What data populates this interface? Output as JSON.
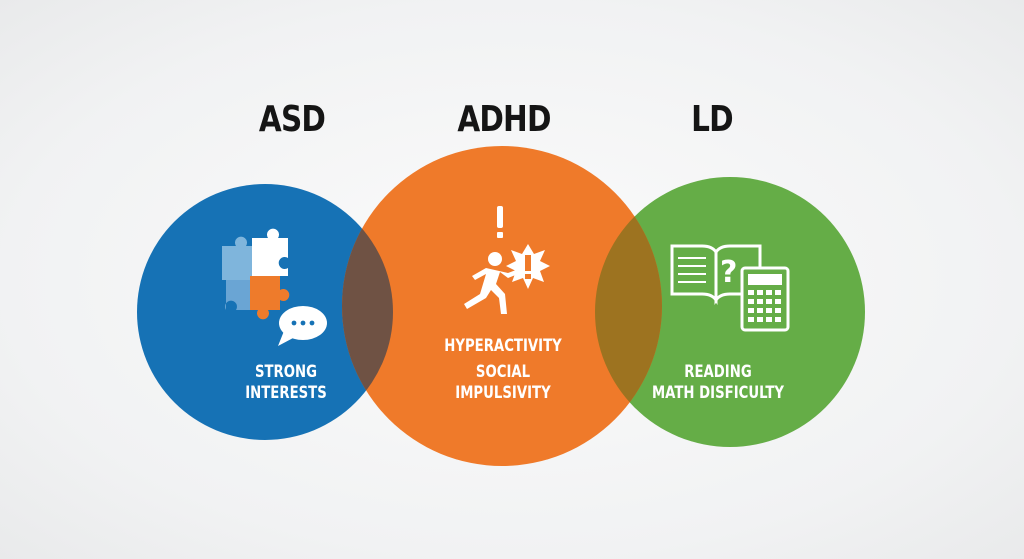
{
  "sets": [
    {
      "name": "ASD",
      "color": "#1672b5",
      "lines": [
        "STRONG",
        "INTERESTS"
      ]
    },
    {
      "name": "ADHD",
      "color": "#ef7a2a",
      "lines": [
        "HYPERACTIVITY",
        "SOCIAL",
        "IMPULSIVITY"
      ]
    },
    {
      "name": "LD",
      "color": "#65ad47",
      "lines": [
        "READING",
        "MATH DISFICULTY"
      ]
    }
  ],
  "overlap_colors": {
    "asd_adhd": "#6f5244",
    "adhd_ld": "#9d7320"
  },
  "icons": {
    "asd": [
      "puzzle-icon",
      "speech-bubble-icon"
    ],
    "adhd": [
      "exclamation-icon",
      "running-person-icon",
      "burst-exclamation-icon"
    ],
    "ld": [
      "open-book-question-icon",
      "calculator-icon"
    ]
  }
}
